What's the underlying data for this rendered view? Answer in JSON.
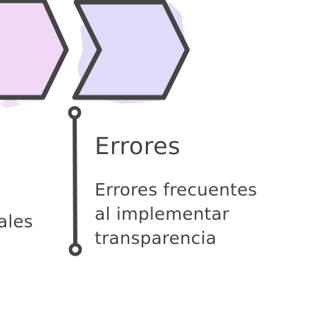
{
  "steps": [
    {
      "id": "previous",
      "desc_fragment": "ales",
      "fill_color": "#f1d8f6"
    },
    {
      "id": "current",
      "title": "Errores",
      "desc_lines": [
        "Errores frecuentes",
        "al implementar",
        "transparencia"
      ],
      "fill_color": "#e0dbf8"
    }
  ],
  "colors": {
    "outline": "#454545",
    "text": "#454545"
  }
}
